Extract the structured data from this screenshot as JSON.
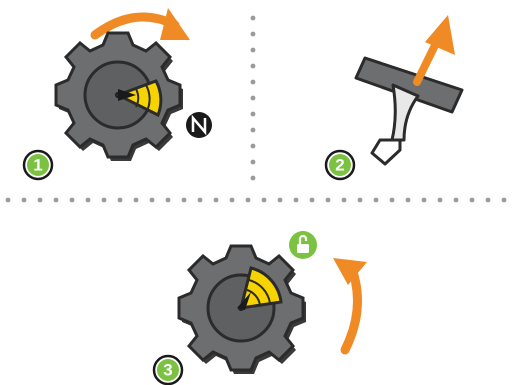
{
  "steps": [
    {
      "number": "1",
      "action": "rotate-knob-to-n"
    },
    {
      "number": "2",
      "action": "pull-lever-up"
    },
    {
      "number": "3",
      "action": "rotate-knob-to-lock"
    }
  ],
  "icons": {
    "step1_marker": "n-mode-icon",
    "step3_marker": "lock-icon",
    "knob": "knob-icon",
    "lever": "lever-icon",
    "arrow": "arrow-icon"
  },
  "colors": {
    "badge_green": "#7cc242",
    "arrow_orange": "#f08a24",
    "knob_gray": "#6d6e70",
    "knob_dark": "#3a3a3a",
    "indicator_yellow": "#f7d400",
    "separator_gray": "#9a9a9a",
    "n_icon_black": "#1a1a1a"
  }
}
